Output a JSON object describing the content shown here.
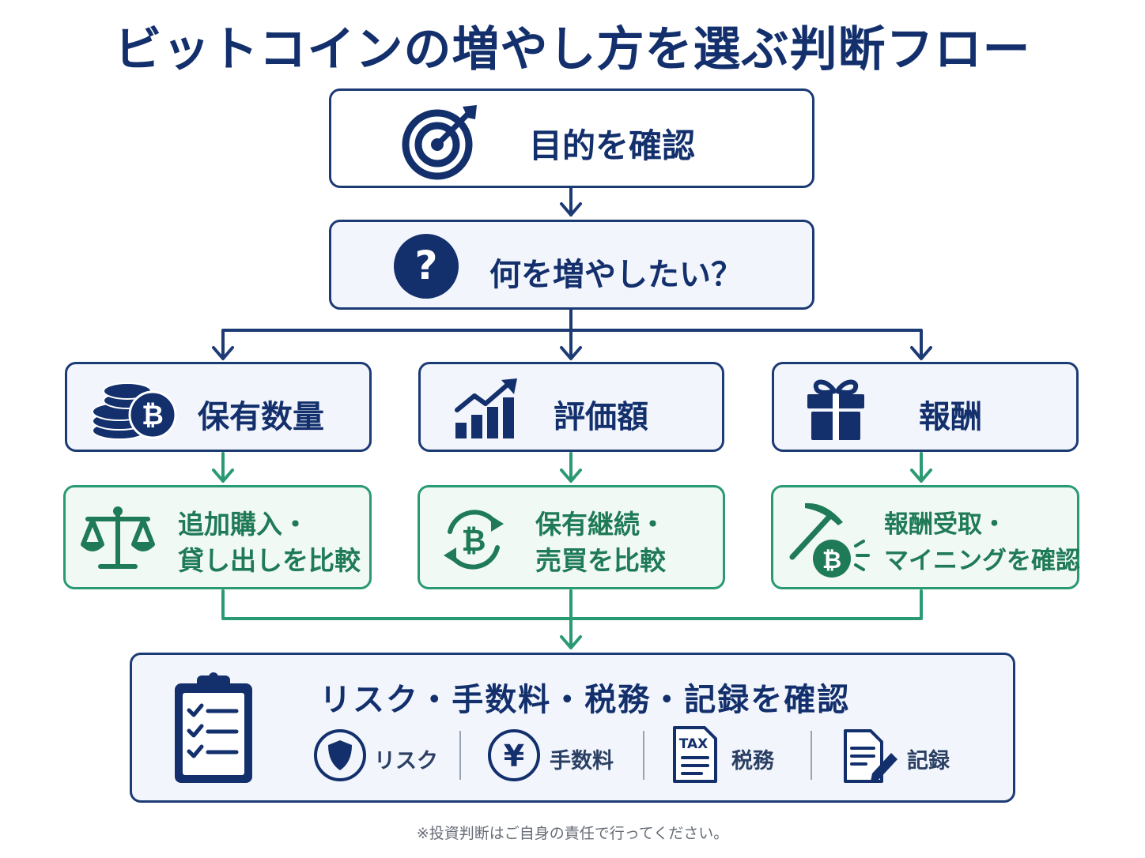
{
  "title": "ビットコインの増やし方を選ぶ判断フロー",
  "steps": {
    "purpose": "目的を確認",
    "question": "何を増やしたい？"
  },
  "branches": [
    {
      "label": "保有数量",
      "icon": "bitcoin-coin-stack-icon",
      "action_line1": "追加購入・",
      "action_line2": "貸し出しを比較",
      "action_icon": "balance-scale-icon"
    },
    {
      "label": "評価額",
      "icon": "rising-bar-chart-icon",
      "action_line1": "保有継続・",
      "action_line2": "売買を比較",
      "action_icon": "bitcoin-cycle-icon"
    },
    {
      "label": "報酬",
      "icon": "gift-icon",
      "action_line1": "報酬受取・",
      "action_line2": "マイニングを確認",
      "action_icon": "pickaxe-bitcoin-icon"
    }
  ],
  "final": {
    "title": "リスク・手数料・税務・記録を確認",
    "items": [
      {
        "label": "リスク",
        "icon": "shield-icon"
      },
      {
        "label": "手数料",
        "icon": "yen-coin-icon"
      },
      {
        "label": "税務",
        "icon": "tax-document-icon",
        "icon_text": "TAX"
      },
      {
        "label": "記録",
        "icon": "document-pen-icon"
      }
    ]
  },
  "disclaimer": "※投資判断はご自身の責任で行ってください。",
  "colors": {
    "navy": "#1c3a74",
    "green": "#2a9a73",
    "tint": "#f2f6fc"
  }
}
